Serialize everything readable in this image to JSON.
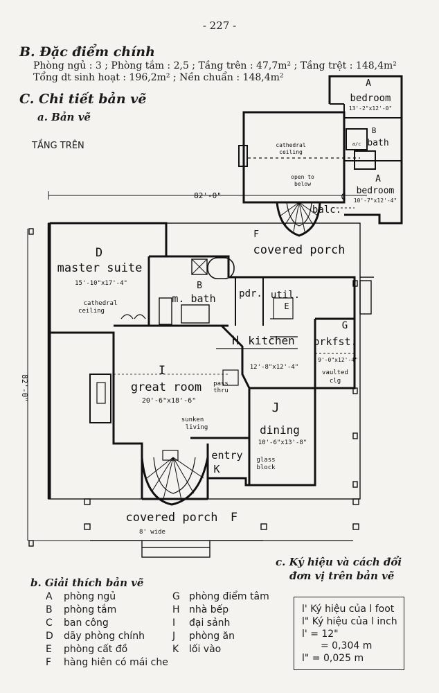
{
  "page_number": "- 227 -",
  "section_b": {
    "title": "B. Đặc điểm chính",
    "line1": "Phòng ngủ : 3 ; Phòng tắm : 2,5 ; Tầng trên : 47,7m² ; Tầng trệt : 148,4m²",
    "line2": "Tổng dt sinh hoạt : 196,2m² ; Nền chuẩn : 148,4m²"
  },
  "section_c": {
    "title": "C. Chi tiết bản vẽ",
    "sub_a": "a. Bản vẽ",
    "upper_floor_label": "TẦNG TRÊN"
  },
  "plan": {
    "dimension_top": "82'-0\"",
    "dimension_side": "82'-0\"",
    "upper": {
      "bedroom1_letter": "A",
      "bedroom1": "bedroom",
      "bedroom1_dim": "13'-2\"x12'-0\"",
      "bath_letter": "B",
      "bath": "bath",
      "bath_ac": "a/c",
      "bedroom2_letter": "A",
      "bedroom2": "bedroom",
      "bedroom2_dim": "10'-7\"x12'-4\"",
      "cathedral1": "cathedral",
      "cathedral2": "ceiling",
      "open1": "open to",
      "open2": "below",
      "balc_letter": "C",
      "balc": "balc."
    },
    "lower": {
      "porch_top_letter": "F",
      "porch_top": "covered porch",
      "master_letter": "D",
      "master": "master suite",
      "master_dim": "15'-10\"x17'-4\"",
      "master_ceiling1": "cathedral",
      "master_ceiling2": "ceiling",
      "mbath_letter": "B",
      "mbath": "m. bath",
      "pdr": "pdr.",
      "util": "util.",
      "util_letter": "E",
      "kitchen_letter": "H",
      "kitchen": "kitchen",
      "kitchen_dim": "12'-8\"x12'-4\"",
      "brk_letter": "G",
      "brk": "brkfst.",
      "brk_dim": "9'-0\"x12'-4\"",
      "brk_v1": "vaulted",
      "brk_v2": "clg",
      "great_letter": "I",
      "great": "great room",
      "great_dim": "20'-6\"x18'-6\"",
      "pass1": "pass",
      "pass2": "thru",
      "sunken1": "sunken",
      "sunken2": "living",
      "dining_letter": "J",
      "dining": "dining",
      "dining_dim": "10'-6\"x13'-8\"",
      "entry": "entry",
      "entry_letter": "K",
      "glass1": "glass",
      "glass2": "block",
      "porch_bottom": "covered porch",
      "porch_bottom_letter": "F",
      "porch_bottom_dim": "8' wide"
    }
  },
  "explanation": {
    "title": "b. Giải thích bản vẽ",
    "items": [
      {
        "key": "A",
        "text": "phòng ngủ"
      },
      {
        "key": "B",
        "text": "phòng tắm"
      },
      {
        "key": "C",
        "text": "ban công"
      },
      {
        "key": "D",
        "text": "dãy phòng chính"
      },
      {
        "key": "E",
        "text": "phòng cất đồ"
      },
      {
        "key": "F",
        "text": "hàng hiên có mái che"
      },
      {
        "key": "G",
        "text": "phòng điểm tâm"
      },
      {
        "key": "H",
        "text": "nhà bếp"
      },
      {
        "key": "I",
        "text": "đại sảnh"
      },
      {
        "key": "J",
        "text": "phòng ăn"
      },
      {
        "key": "K",
        "text": "lối vào"
      }
    ]
  },
  "symbols": {
    "title1": "c. Ký hiệu và cách đổi",
    "title2": "đơn vị trên bản vẽ",
    "lines": [
      "l' Ký hiệu của l foot",
      "l\" Ký hiệu của l inch",
      "l' = 12\"",
      "= 0,304 m",
      "l\" = 0,025 m"
    ]
  }
}
